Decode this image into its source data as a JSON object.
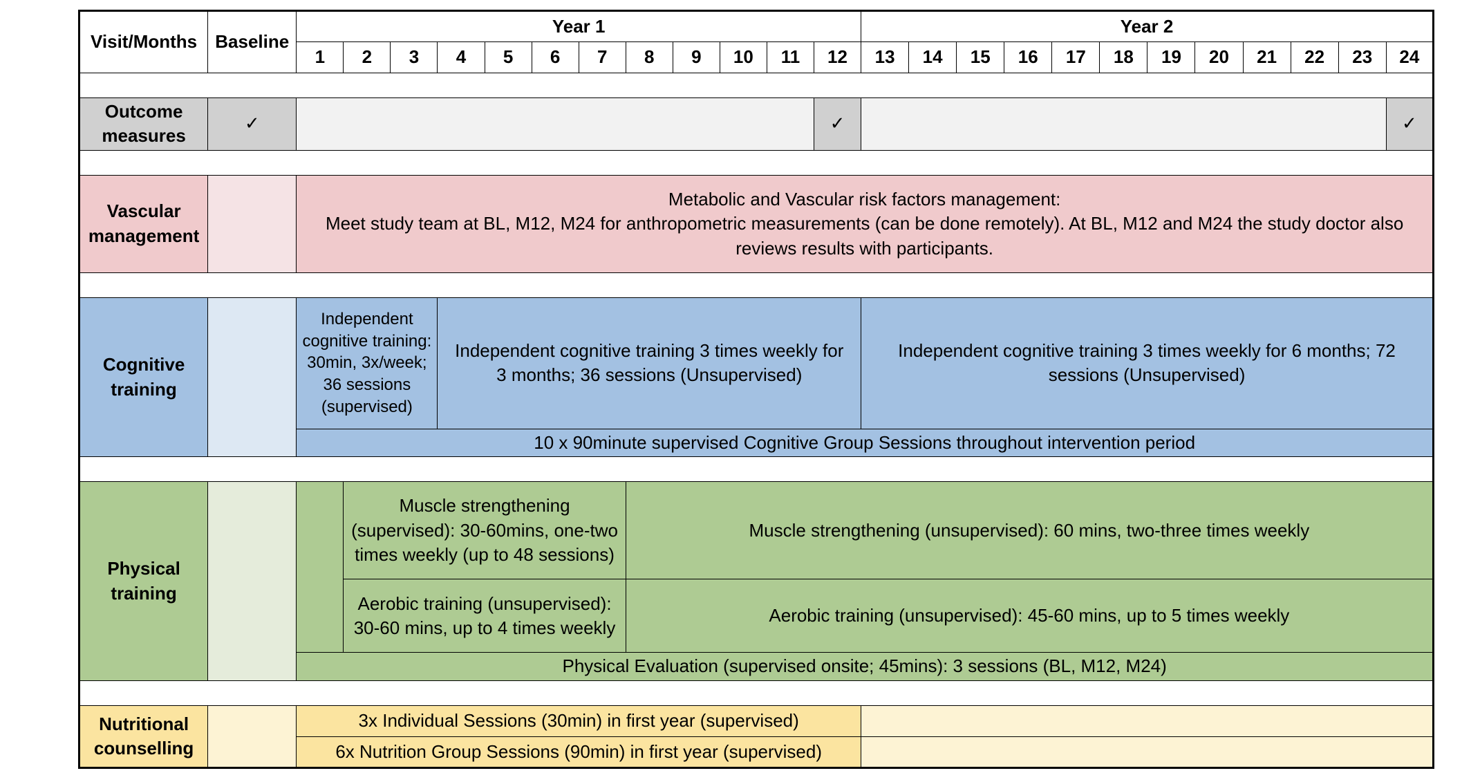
{
  "header": {
    "visit_months": "Visit/Months",
    "baseline": "Baseline",
    "year1": "Year 1",
    "year2": "Year 2",
    "months": [
      "1",
      "2",
      "3",
      "4",
      "5",
      "6",
      "7",
      "8",
      "9",
      "10",
      "11",
      "12",
      "13",
      "14",
      "15",
      "16",
      "17",
      "18",
      "19",
      "20",
      "21",
      "22",
      "23",
      "24"
    ]
  },
  "outcome": {
    "label": "Outcome measures",
    "check": "✓"
  },
  "vascular": {
    "label": "Vascular management",
    "line1": "Metabolic and Vascular risk factors management:",
    "line2": "Meet study team at BL, M12, M24 for anthropometric measurements (can be done remotely). At BL, M12 and M24 the study doctor also reviews results with participants."
  },
  "cognitive": {
    "label": "Cognitive training",
    "first": "Independent cognitive training: 30min, 3x/week; 36 sessions (supervised)",
    "year1_rest": "Independent cognitive training 3 times weekly for 3 months; 36 sessions (Unsupervised)",
    "year2": "Independent cognitive training 3 times weekly for 6 months; 72 sessions (Unsupervised)",
    "group": "10 x 90minute supervised Cognitive Group Sessions throughout intervention period"
  },
  "physical": {
    "label": "Physical training",
    "muscle_sup": "Muscle strengthening (supervised): 30-60mins, one-two times weekly (up to 48 sessions)",
    "muscle_unsup": "Muscle strengthening (unsupervised): 60 mins, two-three times weekly",
    "aerobic_y1": "Aerobic training (unsupervised): 30-60 mins, up to 4 times weekly",
    "aerobic_rest": "Aerobic training (unsupervised): 45-60 mins, up to 5 times weekly",
    "evaluation": "Physical Evaluation (supervised onsite; 45mins): 3 sessions (BL, M12, M24)"
  },
  "nutrition": {
    "label": "Nutritional counselling",
    "individual": "3x Individual Sessions (30min) in first year (supervised)",
    "group": "6x Nutrition Group Sessions (90min) in first year (supervised)"
  },
  "colors": {
    "outcome_dark": "#d0d0d0",
    "outcome_light": "#f2f2f2",
    "vascular": "#f0cacc",
    "vascular_light": "#f5e3e5",
    "cognitive": "#a3c1e2",
    "cognitive_light": "#dde8f3",
    "physical": "#aecb93",
    "physical_light": "#e5ecdb",
    "nutrition": "#fbe4a0",
    "nutrition_light": "#fdf3d4"
  }
}
